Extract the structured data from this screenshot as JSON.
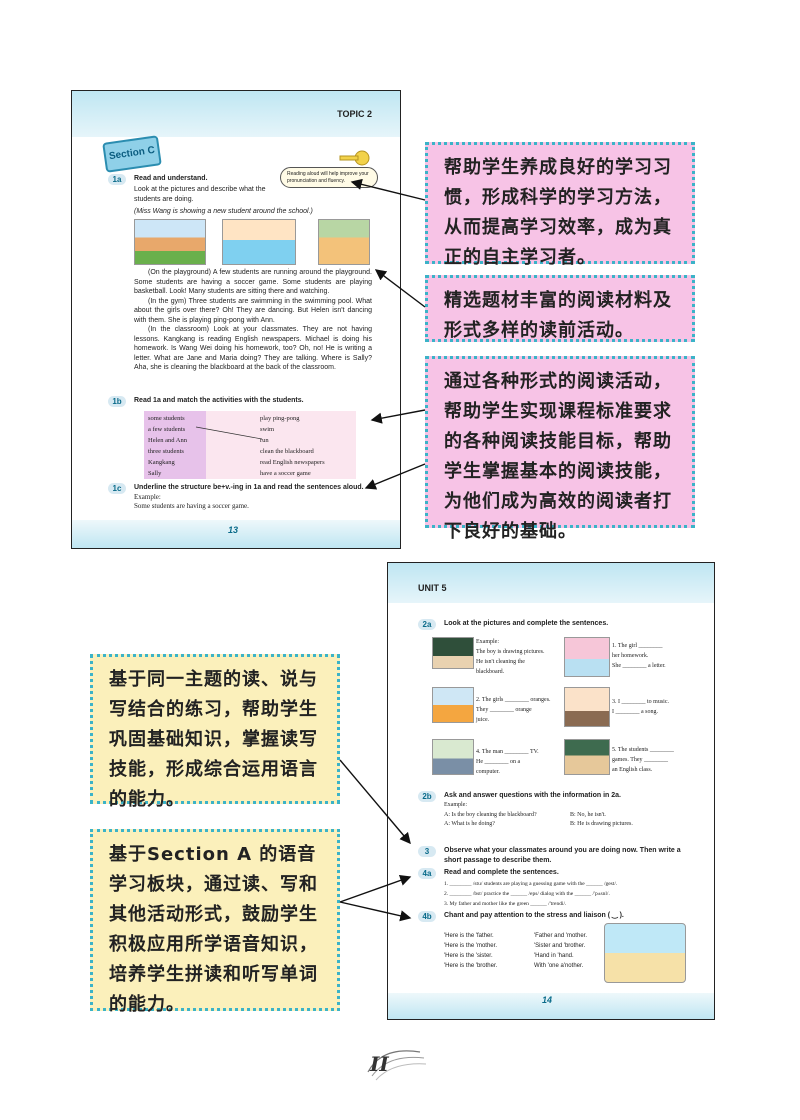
{
  "page_top": {
    "topic_label": "TOPIC 2",
    "section_label": "Section C",
    "bubble": "Reading aloud will help improve your pronunciation and fluency.",
    "ex1a": {
      "num": "1a",
      "heading": "Read and understand.",
      "instr": "Look at the pictures and describe what the students are doing.",
      "italic": "(Miss Wang is showing a new student around the school.)",
      "paragraphs": [
        "(On the playground) A few students are running around the playground. Some students are having a soccer game. Some students are playing basketball. Look! Many students are sitting there and watching.",
        "(In the gym) Three students are swimming in the swimming pool. What about the girls over there? Oh! They are dancing. But Helen isn't dancing with them. She is playing ping-pong with Ann.",
        "(In the classroom) Look at your classmates. They are not having lessons. Kangkang is reading English newspapers. Michael is doing his homework. Is Wang Wei doing his homework, too? Oh, no! He is writing a letter. What are Jane and Maria doing? They are talking. Where is Sally? Aha, she is cleaning the blackboard at the back of the classroom."
      ]
    },
    "ex1b": {
      "num": "1b",
      "heading": "Read 1a and match the activities with the students.",
      "left": [
        "some students",
        "a few students",
        "Helen and Ann",
        "three students",
        "Kangkang",
        "Sally"
      ],
      "right": [
        "play ping-pong",
        "swim",
        "run",
        "clean the blackboard",
        "read English newspapers",
        "have a soccer game"
      ]
    },
    "ex1c": {
      "num": "1c",
      "heading": "Underline the structure be+v.-ing in 1a and read the sentences aloud.",
      "example_label": "Example:",
      "example": "Some students are having a soccer game."
    },
    "page_number": "13"
  },
  "page_bottom": {
    "unit_label": "UNIT 5",
    "ex2a": {
      "num": "2a",
      "heading": "Look at the pictures and complete the sentences.",
      "example_label": "Example:",
      "example_lines": [
        "The boy is drawing pictures.",
        "He isn't cleaning the",
        "blackboard."
      ],
      "items": [
        [
          "1. The girl ________",
          "her homework.",
          "She ________ a letter."
        ],
        [
          "2. The girls ________ oranges.",
          "They ________ orange",
          "juice."
        ],
        [
          "3. I ________ to music.",
          "I ________ a song."
        ],
        [
          "4. The man ________ TV.",
          "He ________ on a",
          "computer."
        ],
        [
          "5. The students ________",
          "games. They ________",
          "an English class."
        ]
      ]
    },
    "ex2b": {
      "num": "2b",
      "heading": "Ask and answer questions with the information in 2a.",
      "example_label": "Example:",
      "a1": "A: Is the boy cleaning the blackboard?",
      "b1": "B: No, he isn't.",
      "a2": "A: What is he doing?",
      "b2": "B: He is drawing pictures."
    },
    "ex3": {
      "num": "3",
      "heading": "Observe what your classmates around you are doing now. Then write a short passage to describe them."
    },
    "ex4a": {
      "num": "4a",
      "heading": "Read and complete the sentences.",
      "lines": [
        "1. ________ /stu/ students are playing a guessing game with the ______ /gest/.",
        "2. ________ /bst/ practice the ______ /eps/ dialog with the ______ /'pʌsnl/.",
        "3. My father and mother like the green ______ /'trendi/."
      ]
    },
    "ex4b": {
      "num": "4b",
      "heading": "Chant and pay attention to the stress and liaison ( ‿ ).",
      "col1": [
        "'Here is the 'father.",
        "'Here is the 'mother.",
        "'Here is the 'sister.",
        "'Here is the 'brother."
      ],
      "col2": [
        "'Father and 'mother.",
        "'Sister and 'brother.",
        "'Hand in 'hand.",
        "With 'one a'nother."
      ]
    },
    "page_number": "14"
  },
  "annotations": [
    "帮助学生养成良好的学习习惯，形成科学的学习方法，从而提高学习效率，成为真正的自主学习者。",
    "精选题材丰富的阅读材料及形式多样的读前活动。",
    "通过各种形式的阅读活动，帮助学生实现课程标准要求的各种阅读技能目标，帮助学生掌握基本的阅读技能，为他们成为高效的阅读者打下良好的基础。",
    "基于同一主题的读、说与写结合的练习，帮助学生巩固基础知识，掌握读写技能，形成综合运用语言的能力。",
    "基于Section A 的语音学习板块，通过读、写和其他活动形式，鼓励学生积极应用所学语音知识，培养学生拼读和听写单词的能力。"
  ],
  "footer_page": "II",
  "colors": {
    "note_pink": "#f7c3e6",
    "note_cream": "#fbf0bb",
    "dotted_border": "#3bb3c8",
    "page_band": "#bfe6f2",
    "badge_text": "#0a6b8a"
  }
}
